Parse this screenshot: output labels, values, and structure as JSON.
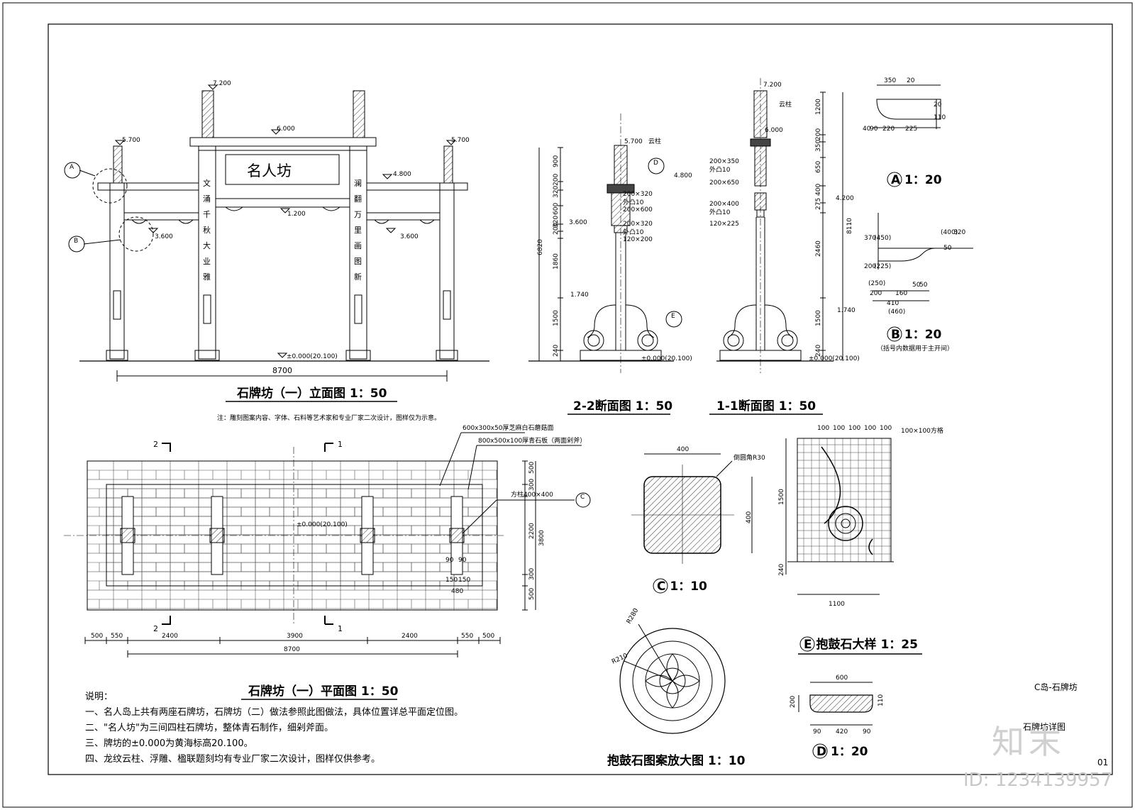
{
  "elevation": {
    "plaque": "名人坊",
    "left_couplet": [
      "文",
      "涌",
      "千",
      "秋",
      "大",
      "业",
      "雅"
    ],
    "right_couplet": [
      "澜",
      "翻",
      "万",
      "里",
      "画",
      "图",
      "新"
    ],
    "lv_7200": "7.200",
    "lv_6000": "6.000",
    "lv_5700": "5.700",
    "lv_4800": "4.800",
    "lv_1200": "1.200",
    "lv_3600": "3.600",
    "lv_zero": "±0.000(20.100)",
    "tag_a": "A",
    "tag_b": "B",
    "width": "8700",
    "title": "石牌坊（一）立面图 1：50",
    "note": "注：雕刻图案内容、字体、石料等艺术家和专业厂家二次设计，图样仅为示意。"
  },
  "section22": {
    "title": "2-2断面图 1：50",
    "dims": [
      "900",
      "200",
      "320",
      "600",
      "320",
      "200",
      "1860",
      "1500",
      "240"
    ],
    "total": "6820",
    "lv_top": "5.700",
    "cloud_label": "云柱",
    "tag_d": "D",
    "tag_e": "E",
    "lv_4800": "4.800",
    "lv_3600": "3.600",
    "lv_1740": "1.740",
    "lv_zero": "±0.000(20.100)",
    "specs": [
      "200×320",
      "外凸10",
      "200×600",
      "200×320",
      "外凸10",
      "120×200"
    ]
  },
  "section11": {
    "title": "1-1断面图 1：50",
    "dims": [
      "1200",
      "200",
      "350",
      "650",
      "400",
      "275",
      "2460",
      "1500",
      "240"
    ],
    "total": "8110",
    "lv_top": "7.200",
    "lv_6000": "6.000",
    "cloud_label": "云柱",
    "lv_4200": "4.200",
    "lv_1740": "1.740",
    "lv_zero": "±0.000(20.100)",
    "specs": [
      "200×350",
      "外凸10",
      "200×650",
      "200×400",
      "外凸10",
      "120×225"
    ]
  },
  "detailA": {
    "title": "A 1：20",
    "top_dims": [
      "350",
      "20"
    ],
    "bottom_dims": [
      "40",
      "90",
      "220",
      "225"
    ],
    "side_dims": [
      "20",
      "110"
    ]
  },
  "detailB": {
    "title": "B 1：20",
    "sub": "（括号内数据用于主开间）",
    "dims": [
      "370",
      "(450)",
      "(400)",
      "320",
      "50",
      "200",
      "(225)",
      "(250)",
      "200",
      "160",
      "50",
      "410",
      "(460)",
      "50"
    ]
  },
  "plan": {
    "title": "石牌坊（一）平面图 1：50",
    "callout1": "600x300x50厚芝麻白石蘑菇面",
    "callout2": "800x500x100厚青石板（两面剁斧）",
    "callout3": "方柱400×400",
    "tag_c": "C",
    "lv_zero": "±0.000(20.100)",
    "right_dims": [
      "500",
      "300",
      "2200",
      "300",
      "500"
    ],
    "right_total": "3800",
    "small_dims": [
      "90",
      "90",
      "150",
      "150",
      "480"
    ],
    "bottom_dims": [
      "500",
      "550",
      "2400",
      "3900",
      "2400",
      "550",
      "500"
    ],
    "bottom_total": "8700",
    "sec2": "2",
    "sec1": "1"
  },
  "detailC": {
    "title": "C 1：10",
    "width": "400",
    "height": "400",
    "note": "倒圆角R30"
  },
  "detailE": {
    "title": "E 抱鼓石大样 1：25",
    "grid_note": "100×100方格",
    "top_dims": [
      "100",
      "100",
      "100",
      "100",
      "100"
    ],
    "height": "1500",
    "base": "240",
    "width": "1100"
  },
  "detailRosette": {
    "title": "抱鼓石图案放大图 1：10",
    "r1": "R280",
    "r2": "R210"
  },
  "detailD": {
    "title": "D 1：20",
    "width": "600",
    "height": "200",
    "side": "110",
    "bottom": [
      "90",
      "420",
      "90"
    ]
  },
  "notes": {
    "heading": "说明：",
    "items": [
      "一、名人岛上共有两座石牌坊，石牌坊（二）做法参照此图做法，具体位置详总平面定位图。",
      "二、\"名人坊\"为三间四柱石牌坊，整体青石制作，细剁斧面。",
      "三、牌坊的±0.000为黄海标高20.100。",
      "四、龙纹云柱、浮雕、楹联题刻均有专业厂家二次设计，图样仅供参考。"
    ]
  },
  "sheet": {
    "label": "C岛-石牌坊",
    "sub": "石牌坊详图",
    "number": "01"
  },
  "watermark": {
    "logo": "知末",
    "id": "ID: 1234139957"
  }
}
